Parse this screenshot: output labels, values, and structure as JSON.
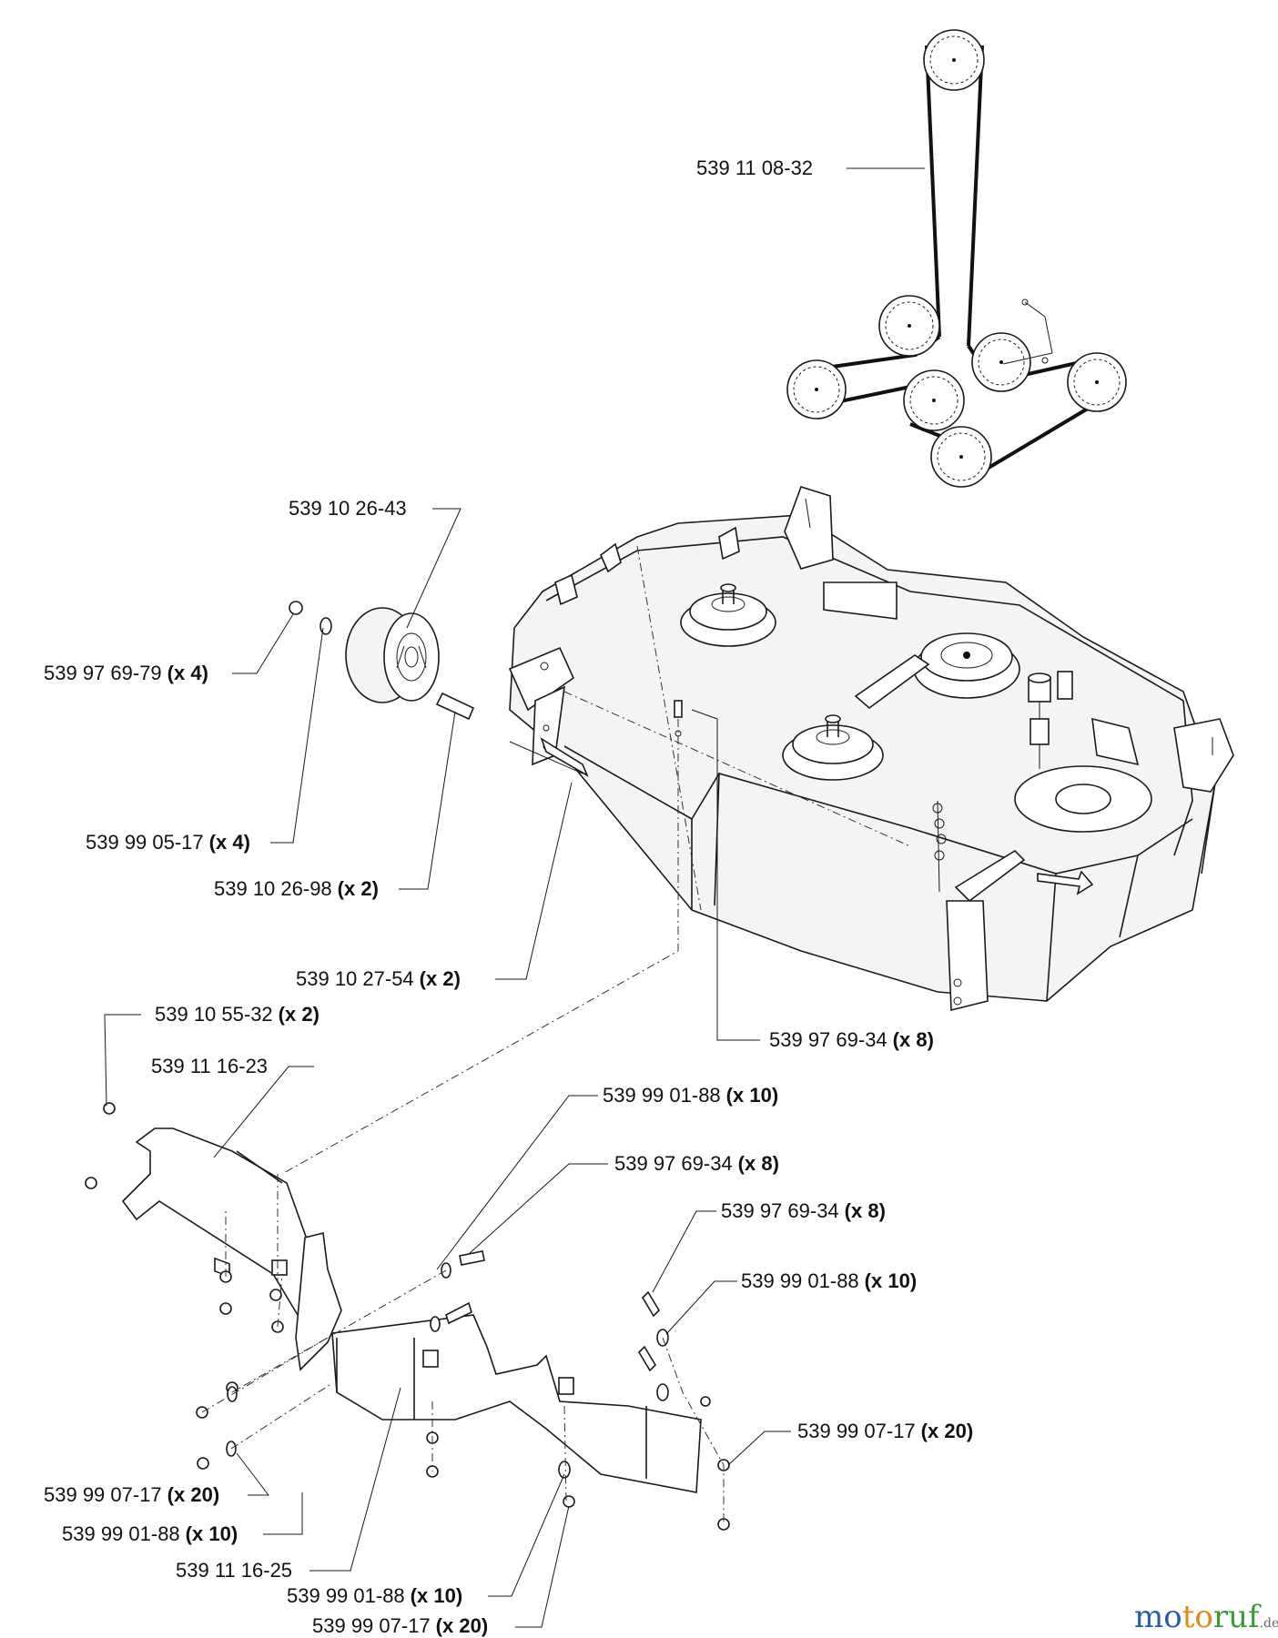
{
  "callouts": [
    {
      "id": "belt",
      "part": "539 11 08-32",
      "qty": ""
    },
    {
      "id": "wheel",
      "part": "539 10 26-43",
      "qty": ""
    },
    {
      "id": "wheel-nut",
      "part": "539 97 69-79",
      "qty": "(x 4)"
    },
    {
      "id": "wheel-washer",
      "part": "539 99 05-17",
      "qty": "(x 4)"
    },
    {
      "id": "spacer",
      "part": "539 10 26-98",
      "qty": "(x 2)"
    },
    {
      "id": "wheel-bolt",
      "part": "539 10 27-54",
      "qty": "(x 2)"
    },
    {
      "id": "deck-bolt",
      "part": "539 97 69-34",
      "qty": "(x 8)"
    },
    {
      "id": "shield-screw",
      "part": "539 10 55-32",
      "qty": "(x 2)"
    },
    {
      "id": "left-shield",
      "part": "539 11 16-23",
      "qty": ""
    },
    {
      "id": "washer-a",
      "part": "539 99 01-88",
      "qty": "(x 10)"
    },
    {
      "id": "bolt-a",
      "part": "539 97 69-34",
      "qty": "(x 8)"
    },
    {
      "id": "bolt-b",
      "part": "539 97 69-34",
      "qty": "(x 8)"
    },
    {
      "id": "washer-b",
      "part": "539 99 01-88",
      "qty": "(x 10)"
    },
    {
      "id": "nut-right",
      "part": "539 99 07-17",
      "qty": "(x 20)"
    },
    {
      "id": "nut-left",
      "part": "539 99 07-17",
      "qty": "(x 20)"
    },
    {
      "id": "washer-left",
      "part": "539 99 01-88",
      "qty": "(x 10)"
    },
    {
      "id": "front-shield",
      "part": "539 11 16-25",
      "qty": ""
    },
    {
      "id": "washer-bottom",
      "part": "539 99 01-88",
      "qty": "(x 10)"
    },
    {
      "id": "nut-bottom",
      "part": "539 99 07-17",
      "qty": "(x 20)"
    }
  ],
  "logo": {
    "part1": "mo",
    "part2": "to",
    "part3": "ruf",
    "tld": ".de"
  },
  "colors": {
    "logo_blue": "#2b5aa8",
    "logo_orange": "#e08a1e",
    "logo_green": "#3a9a3a"
  }
}
